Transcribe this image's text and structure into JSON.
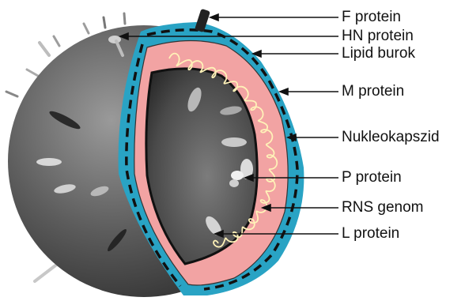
{
  "labels": {
    "f_protein": "F protein",
    "hn_protein": "HN protein",
    "lipid_burok": "Lipid burok",
    "m_protein": "M protein",
    "nukleokapszid": "Nukleokapszid",
    "p_protein": "P protein",
    "rns_genom": "RNS genom",
    "l_protein": "L protein"
  },
  "colors": {
    "sphere_dark": "#3a3a3a",
    "sphere_light": "#8a8a8a",
    "envelope": "#29a3c4",
    "nucleocapsid": "#f2a3a3",
    "genome_coil": "#fff2b8",
    "leader_line": "#111111"
  }
}
